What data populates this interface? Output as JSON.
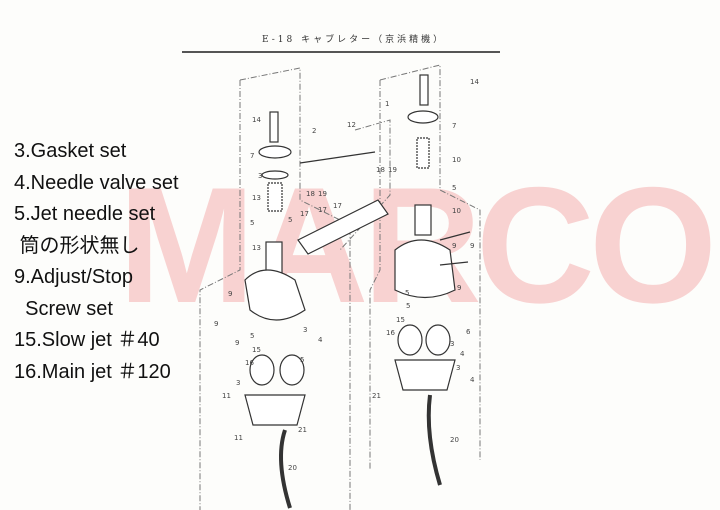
{
  "header": {
    "title": "E-18 キャブレター（京浜精機）"
  },
  "watermark": "MARCO",
  "parts_list": [
    "3.Gasket set",
    "4.Needle valve set",
    "5.Jet needle set",
    " 筒の形状無し",
    "9.Adjust/Stop",
    "  Screw set",
    "15.Slow jet ＃40",
    "16.Main jet ＃120"
  ],
  "callouts_left": [
    "14",
    "2",
    "12",
    "7",
    "3",
    "18",
    "19",
    "13",
    "17",
    "17",
    "17",
    "5",
    "5",
    "13",
    "9",
    "9",
    "9",
    "5",
    "3",
    "15",
    "4",
    "16",
    "5",
    "3",
    "11",
    "21",
    "11",
    "20",
    "18",
    "19"
  ],
  "callouts_right": [
    "14",
    "1",
    "7",
    "10",
    "5",
    "10",
    "9",
    "9",
    "5",
    "9",
    "15",
    "5",
    "3",
    "4",
    "16",
    "6",
    "3",
    "4",
    "21",
    "20"
  ]
}
